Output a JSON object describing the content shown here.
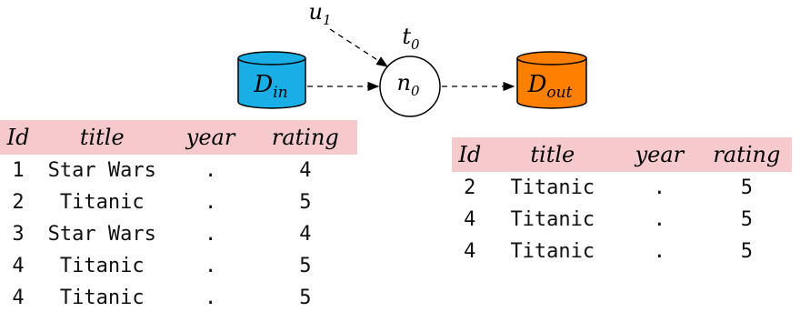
{
  "diagram": {
    "user_label": "u",
    "user_sub": "1",
    "task_label": "t",
    "task_sub": "0",
    "node_label": "n",
    "node_sub": "0",
    "input_label": "D",
    "input_sub": "in",
    "output_label": "D",
    "output_sub": "out",
    "colors": {
      "input_db": "#1aaee6",
      "output_db": "#ff7f00",
      "header_bg": "#f6c9cc"
    }
  },
  "input_table": {
    "headers": [
      "Id",
      "title",
      "year",
      "rating"
    ],
    "rows": [
      [
        "1",
        "Star Wars",
        ".",
        "4"
      ],
      [
        "2",
        "Titanic",
        ".",
        "5"
      ],
      [
        "3",
        "Star Wars",
        ".",
        "4"
      ],
      [
        "4",
        "Titanic",
        ".",
        "5"
      ],
      [
        "4",
        "Titanic",
        ".",
        "5"
      ]
    ]
  },
  "output_table": {
    "headers": [
      "Id",
      "title",
      "year",
      "rating"
    ],
    "rows": [
      [
        "2",
        "Titanic",
        ".",
        "5"
      ],
      [
        "4",
        "Titanic",
        ".",
        "5"
      ],
      [
        "4",
        "Titanic",
        ".",
        "5"
      ]
    ]
  }
}
